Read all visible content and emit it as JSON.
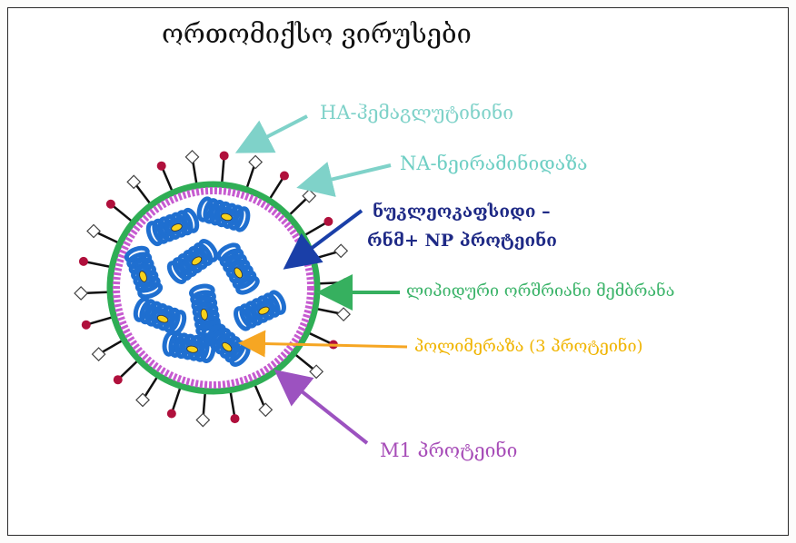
{
  "title": "ორთომიქსო ვირუსები",
  "labels": {
    "ha": "HA-ჰემაგლუტინინი",
    "na": "NA-ნეირამინიდაზა",
    "nucleocapsid_line1": "ნუკლეოკაფსიდი –",
    "nucleocapsid_line2": "რნმ+ NP პროტეინი",
    "lipid": "ლიპიდური ორშრიანი მემბრანა",
    "polymerase": "პოლიმერაზა (3 პროტეინი)",
    "m1": "M1 პროტეინი"
  },
  "colors": {
    "ha_text": "#7fd2c9",
    "na_text": "#6fcfc4",
    "nucleocapsid_text": "#1f2a86",
    "lipid_text": "#3cb46a",
    "polymerase_text": "#f0b400",
    "m1_text": "#a74db8",
    "rna_segments": "#1f6fd0",
    "outer_membrane": "#2fae55",
    "inner_membrane": "#c65bd0",
    "ha_spike_head": "#b0103c",
    "na_spike_head": "#ffffff"
  }
}
